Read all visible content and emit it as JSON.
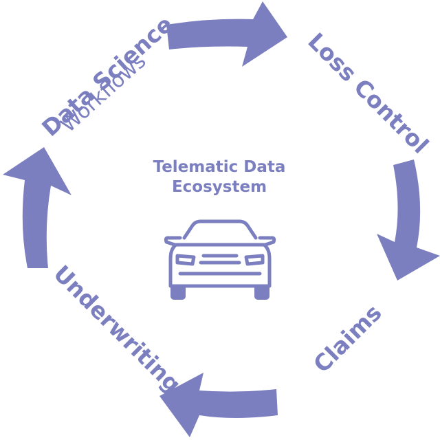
{
  "diagram": {
    "title_line1": "Telematic Data",
    "title_line2": "Ecosystem",
    "stages": {
      "data_science": {
        "label": "Data Science",
        "sublabel": "Workflows"
      },
      "loss_control": {
        "label": "Loss Control"
      },
      "claims": {
        "label": "Claims"
      },
      "underwriting": {
        "label": "Underwriting"
      }
    },
    "center_icon": "car-icon"
  },
  "colors": {
    "accent": "#7b7fbf",
    "background": "#ffffff"
  }
}
